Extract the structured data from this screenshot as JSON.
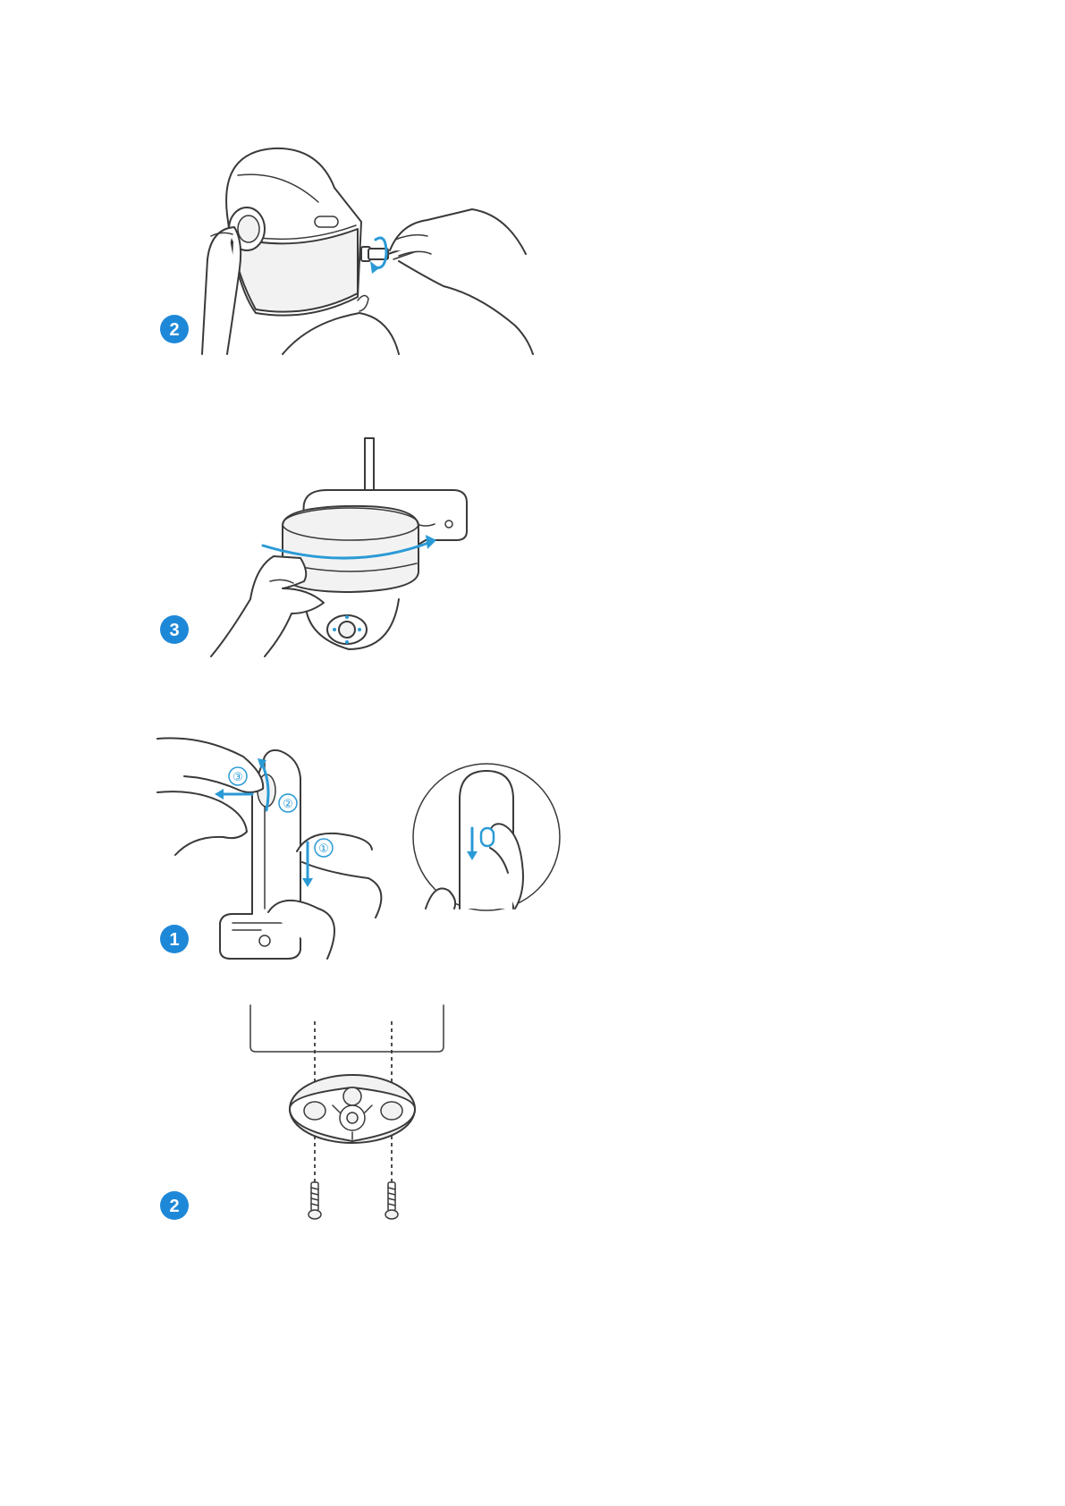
{
  "figures": [
    {
      "id": "fig-a",
      "step_badge": "2"
    },
    {
      "id": "fig-b",
      "step_badge": "3"
    },
    {
      "id": "fig-c",
      "step_badge": "1",
      "callouts": [
        "①",
        "②",
        "③"
      ]
    },
    {
      "id": "fig-d",
      "step_badge": "2"
    }
  ],
  "colors": {
    "accent": "#2a9ad6",
    "badge": "#1e88d8",
    "line": "#3a3a3a"
  }
}
